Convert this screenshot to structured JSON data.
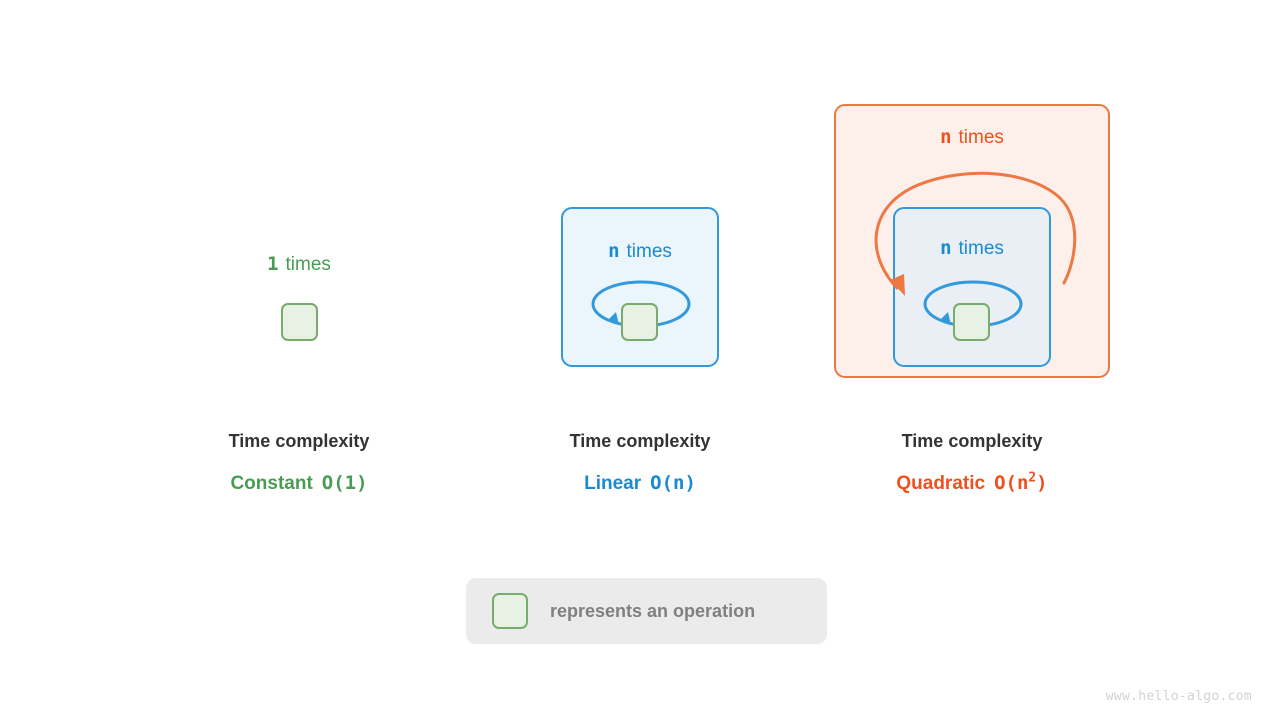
{
  "diagram": {
    "watermark": "www.hello-algo.com",
    "colors": {
      "green": "#4a9c52",
      "blue": "#1a8ad4",
      "orange": "#f0501e",
      "title": "#333333",
      "legend_text": "#808080",
      "green_box_fill": "#e8f2e4",
      "green_box_border": "#7aab6e",
      "blue_panel_fill": "#eaf5fc",
      "blue_panel_border": "#3399dd",
      "orange_panel_fill": "#fdf0ea",
      "orange_panel_border": "#ee7744",
      "inner_blue_fill": "#e9eff5",
      "legend_bg": "#ebebeb"
    },
    "panels": [
      {
        "id": "constant",
        "loop_count": "1",
        "loop_word": "times",
        "title": "Time complexity",
        "value_name": "Constant",
        "value_bigo": "O(1)",
        "value_bigo_base": "O(1)",
        "value_bigo_exp": "",
        "accent": "#4a9c52",
        "nesting_depth": 0
      },
      {
        "id": "linear",
        "loop_count": "n",
        "loop_word": "times",
        "title": "Time complexity",
        "value_name": "Linear",
        "value_bigo": "O(n)",
        "value_bigo_base": "O(n)",
        "value_bigo_exp": "",
        "accent": "#1a8ad4",
        "nesting_depth": 1
      },
      {
        "id": "quadratic",
        "loop_count_outer": "n",
        "loop_count_inner": "n",
        "loop_word": "times",
        "title": "Time complexity",
        "value_name": "Quadratic",
        "value_bigo": "O(n^2)",
        "value_bigo_base": "O(n",
        "value_bigo_exp": "2",
        "value_bigo_tail": ")",
        "accent": "#f0501e",
        "nesting_depth": 2
      }
    ],
    "legend": {
      "swatch_icon": "operation-box-icon",
      "label": "represents an operation"
    }
  }
}
